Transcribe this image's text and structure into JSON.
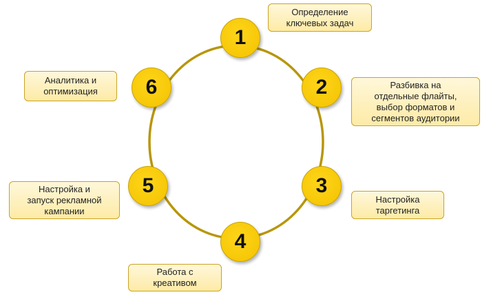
{
  "colors": {
    "ring": "#B8960A",
    "circle": "#F5C800",
    "box_border": "#C9A227"
  },
  "steps": [
    {
      "number": "1",
      "label": "Определение\nключевых задач"
    },
    {
      "number": "2",
      "label": "Разбивка на\nотдельные флайты,\nвыбор форматов и\nсегментов аудитории"
    },
    {
      "number": "3",
      "label": "Настройка\nтаргетинга"
    },
    {
      "number": "4",
      "label": "Работа с\nкреативом"
    },
    {
      "number": "5",
      "label": "Настройка и\nзапуск рекламной\nкампании"
    },
    {
      "number": "6",
      "label": "Аналитика и\nоптимизация"
    }
  ]
}
